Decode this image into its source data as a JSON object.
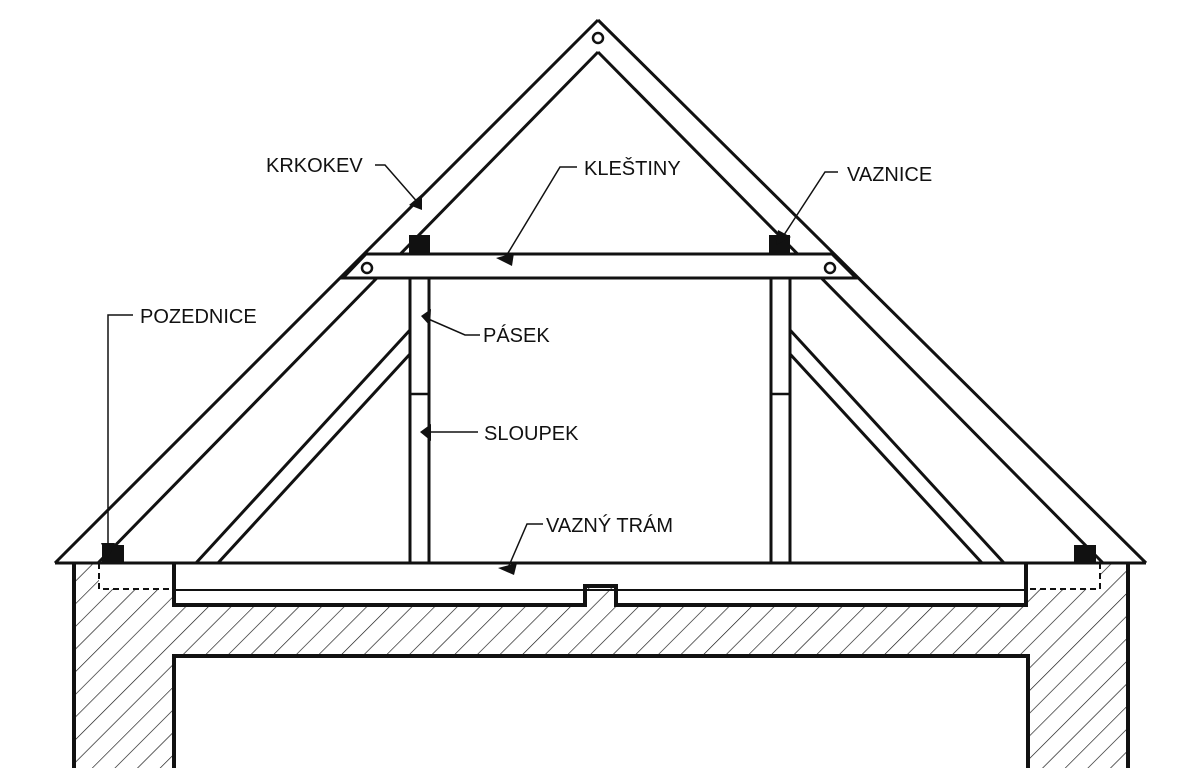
{
  "labels": {
    "krokev": "KRKOKEV",
    "klestiny": "KLEŠTINY",
    "vaznice": "VAZNICE",
    "pozednice": "POZEDNICE",
    "pasek": "PÁSEK",
    "sloupek": "SLOUPEK",
    "vazny_tram": "VAZNÝ TRÁM"
  },
  "colors": {
    "line": "#111111",
    "background": "#ffffff"
  }
}
